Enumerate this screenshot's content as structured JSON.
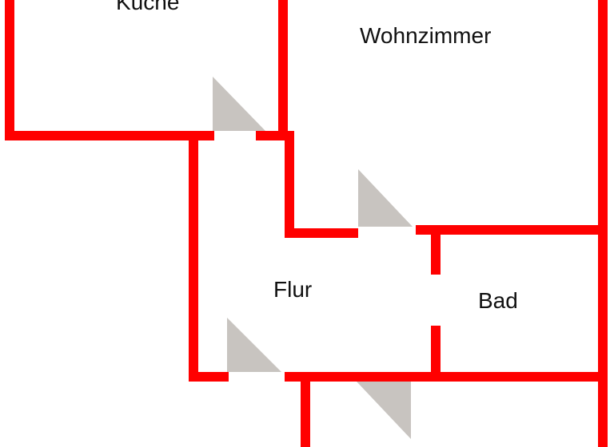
{
  "floorplan": {
    "rooms": {
      "kitchen": "Küche",
      "living": "Wohnzimmer",
      "hallway": "Flur",
      "bathroom": "Bad"
    },
    "colors": {
      "wall": "#ff0000",
      "door": "#c8c4c0",
      "background": "#ffffff",
      "label": "#111111"
    }
  }
}
